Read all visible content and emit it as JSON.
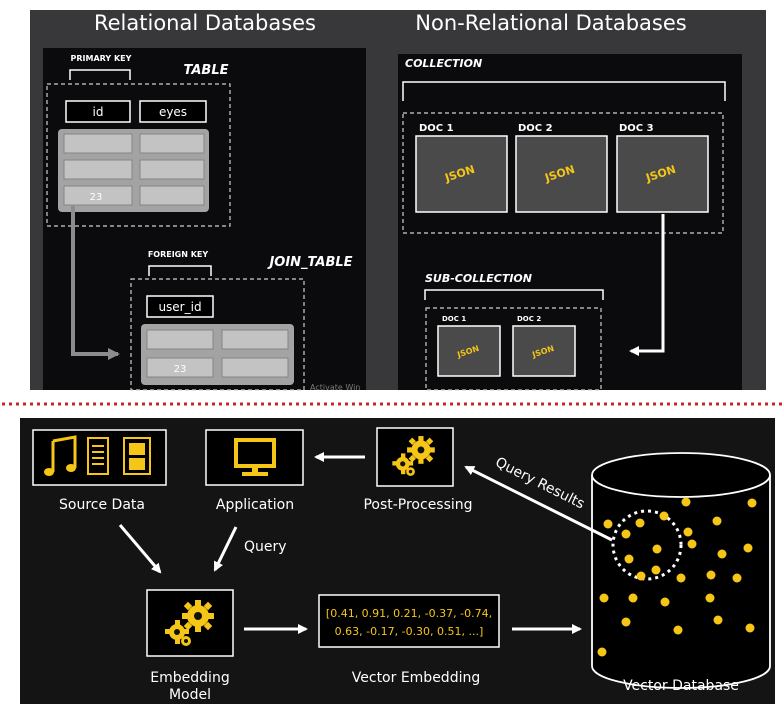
{
  "top": {
    "relational_title": "Relational Databases",
    "nonrelational_title": "Non-Relational Databases",
    "primary_key_label": "PRIMARY KEY",
    "table_label": "TABLE",
    "col_id": "id",
    "col_eyes": "eyes",
    "table_value": "23",
    "foreign_key_label": "FOREIGN KEY",
    "join_table_label": "JOIN_TABLE",
    "col_user_id": "user_id",
    "join_value": "23",
    "watermark": "Activate Win",
    "collection_label": "COLLECTION",
    "docs": [
      "DOC 1",
      "DOC 2",
      "DOC 3"
    ],
    "json_label": "JSON",
    "subcollection_label": "SUB-COLLECTION",
    "sub_docs": [
      "DOC 1",
      "DOC 2"
    ]
  },
  "bottom": {
    "source_data": "Source Data",
    "application": "Application",
    "post_processing": "Post-Processing",
    "query": "Query",
    "query_results": "Query Results",
    "embedding_model_line1": "Embedding",
    "embedding_model_line2": "Model",
    "vector_line1": "[0.41, 0.91, 0.21, -0.37, -0.74,",
    "vector_line2": "0.63, -0.17, -0.30, 0.51, ...]",
    "vector_embedding": "Vector Embedding",
    "vector_database": "Vector Database"
  },
  "colors": {
    "accent": "#f5c518",
    "dark_bg": "#141414",
    "top_bg": "#38383b",
    "separator": "#c62828"
  }
}
